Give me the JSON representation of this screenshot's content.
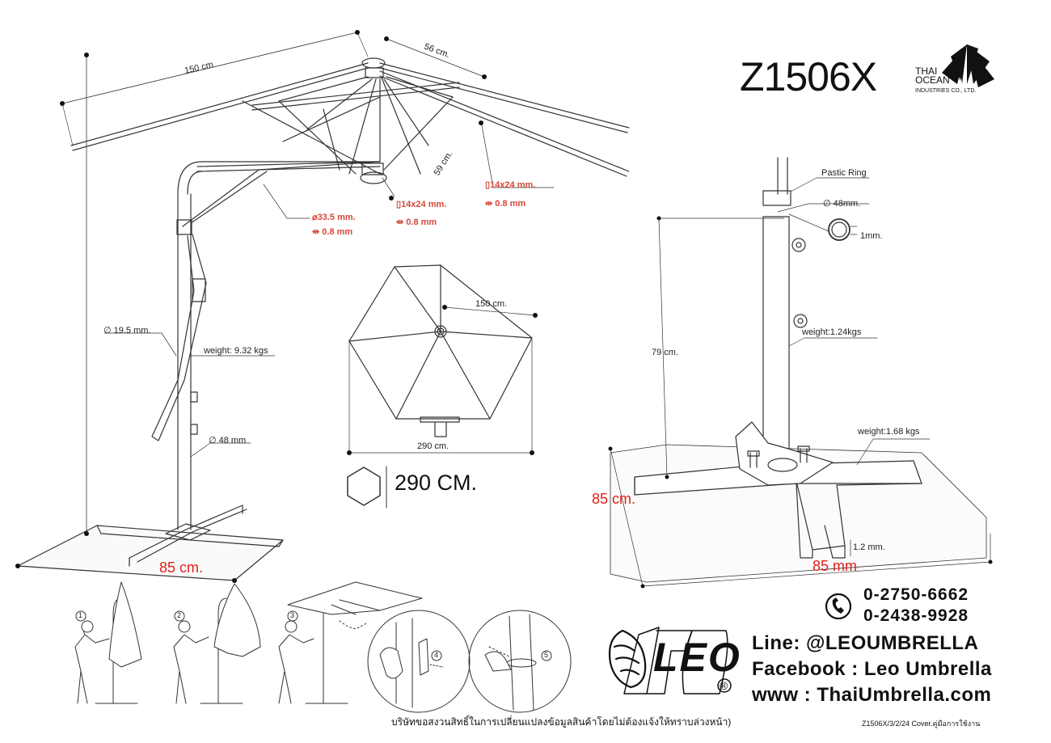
{
  "model": "Z1506X",
  "brand": {
    "line1": "THAI",
    "line2": "OCEAN",
    "line3": "INDUSTRIES CO., LTD.",
    "logo_icon": "sunburst-umbrella-icon"
  },
  "left_diagram": {
    "rib_length": "150 cm",
    "top_width": "56 cm.",
    "arm_length": "59 cm.",
    "rib_spec_1": {
      "size": "33.5 mm.",
      "thickness": "0.8 mm"
    },
    "rib_spec_2": {
      "size": "14x24 mm.",
      "thickness": "0.8 mm"
    },
    "rib_spec_3": {
      "size": "14x24 mm.",
      "thickness": "0.8 mm"
    },
    "pole_small": "19.5 mm.",
    "weight": "weight: 9.32 kgs",
    "pole_dia": "48 mm",
    "base": "85 cm."
  },
  "canopy": {
    "radius": "150 cm.",
    "width": "290 cm.",
    "size_label": "290 CM."
  },
  "base_diagram": {
    "ring": "Pastic Ring",
    "dia": "48mm.",
    "thick": "1mm.",
    "height": "79 cm.",
    "pole_weight": "weight:1.24kgs",
    "base_weight": "weight:1.68 kgs",
    "depth": "85 cm.",
    "width": "85 mm",
    "plate": "1.2 mm."
  },
  "steps": [
    "1",
    "2",
    "3",
    "4",
    "5"
  ],
  "contact": {
    "phone1": "0-2750-6662",
    "phone2": "0-2438-9928",
    "phone_icon": "phone-icon"
  },
  "social": {
    "line": "Line: @LEOUMBRELLA",
    "facebook": "Facebook : Leo Umbrella",
    "web": "www : ThaiUmbrella.com"
  },
  "logo": {
    "text": "LEO",
    "registered": "®",
    "icon": "lion-head-icon"
  },
  "footer": {
    "note": "บริษัทขอสงวนสิทธิ์ในการเปลี่ยนแปลงข้อมูลสินค้าโดยไม่ต้องแจ้งให้ทราบล่วงหน้า)",
    "code": "Z1506X/3/2/24 Cover.คู่มือการใช้งาน"
  }
}
